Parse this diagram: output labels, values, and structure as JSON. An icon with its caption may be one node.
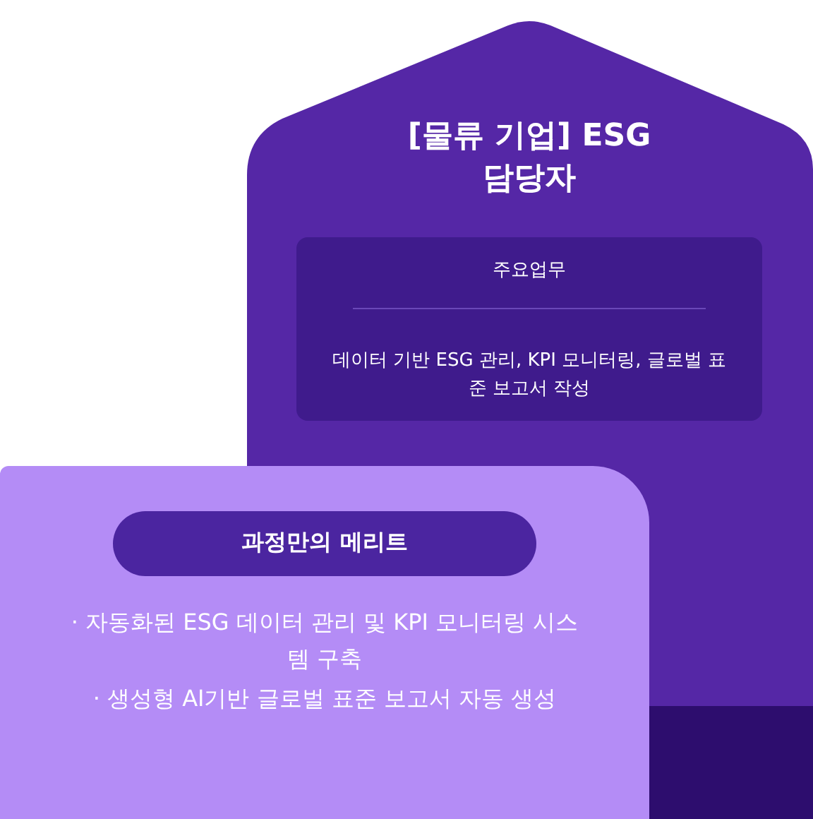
{
  "diagram": {
    "nodes": [
      {
        "text": [
          "[물류 기업] ESG 담당자"
        ]
      },
      {
        "text": [
          "주요업무",
          "데이터 기반 ESG 관리, KPI 모니터링, 글로벌 표준 보고서 작성"
        ],
        "in": 0
      },
      {
        "text": [
          "· 자동화된 ESG 데이터 관리 및 KPI 모니터링 시스템 구축",
          "· 생성형 AI기반 글로벌 표준 보고서 자동 생성"
        ]
      },
      {
        "text": [
          "과정만의 메리트"
        ],
        "in": 2
      }
    ],
    "edges": []
  }
}
